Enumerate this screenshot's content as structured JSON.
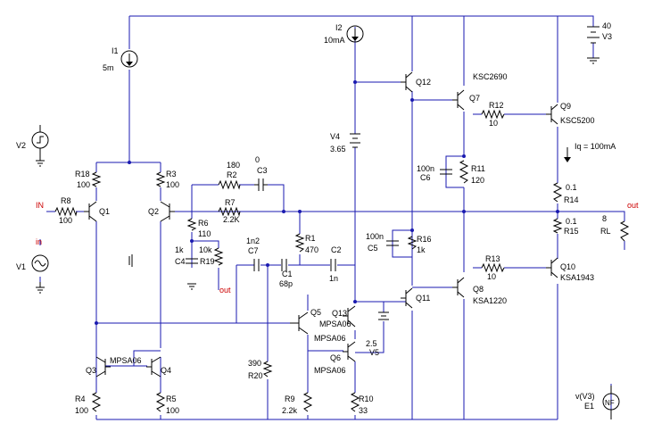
{
  "components": {
    "I1": {
      "name": "I1",
      "value": "5m"
    },
    "I2": {
      "name": "I2",
      "value": "10mA"
    },
    "V3": {
      "name": "V3",
      "value": "40"
    },
    "V2": {
      "name": "V2"
    },
    "V1": {
      "name": "V1"
    },
    "V4": {
      "name": "V4",
      "value": "3.65"
    },
    "V5": {
      "name": "V5",
      "value": "2.5"
    },
    "R18": {
      "name": "R18",
      "value": "100"
    },
    "R3": {
      "name": "R3",
      "value": "100"
    },
    "R8": {
      "name": "R8",
      "value": "100"
    },
    "R2": {
      "name": "R2",
      "value": "180"
    },
    "C3": {
      "name": "C3",
      "value": "0"
    },
    "R7": {
      "name": "R7",
      "value": "2.2K"
    },
    "R6": {
      "name": "R6",
      "value": "110"
    },
    "C4": {
      "name": "C4",
      "value": "1k"
    },
    "R19": {
      "name": "R19",
      "value": "10k"
    },
    "C7": {
      "name": "C7",
      "value": "1n2"
    },
    "C1": {
      "name": "C1",
      "value": "68p"
    },
    "R1": {
      "name": "R1",
      "value": "470"
    },
    "C2": {
      "name": "C2",
      "value": "1n"
    },
    "R20": {
      "name": "R20",
      "value": "390"
    },
    "R9": {
      "name": "R9",
      "value": "2.2k"
    },
    "R10": {
      "name": "R10",
      "value": "33"
    },
    "R4": {
      "name": "R4",
      "value": "100"
    },
    "R5": {
      "name": "R5",
      "value": "100"
    },
    "C6": {
      "name": "C6",
      "value": "100n"
    },
    "R11": {
      "name": "R11",
      "value": "120"
    },
    "C5": {
      "name": "C5",
      "value": "100n"
    },
    "R16": {
      "name": "R16",
      "value": "1k"
    },
    "R12": {
      "name": "R12",
      "value": "10"
    },
    "R13": {
      "name": "R13",
      "value": "10"
    },
    "R14": {
      "name": "R14",
      "value": "0.1"
    },
    "R15": {
      "name": "R15",
      "value": "0.1"
    },
    "RL": {
      "name": "RL",
      "value": "8"
    },
    "E1": {
      "name": "E1",
      "value": "v(V3)",
      "symbol": "NF"
    }
  },
  "transistors": {
    "Q1": "Q1",
    "Q2": "Q2",
    "Q3": "Q3",
    "Q4": "Q4",
    "Q3_4_part": "MPSA06",
    "Q5": "Q5",
    "Q13": "Q13",
    "Q13_part": "MPSA06",
    "Q5_part": "MPSA06",
    "Q6": "Q6",
    "Q6_part": "MPSA06",
    "Q12": "Q12",
    "Q11": "Q11",
    "Q7": "Q7",
    "Q7_part": "KSC2690",
    "Q8": "Q8",
    "Q8_part": "KSA1220",
    "Q9": "Q9",
    "Q9_part": "KSC5200",
    "Q10": "Q10",
    "Q10_part": "KSA1943"
  },
  "nets": {
    "in_red": "IN",
    "in_src": "in",
    "out_right": "out",
    "out_mid": "out"
  },
  "annotations": {
    "iq": "Iq = 100mA"
  }
}
